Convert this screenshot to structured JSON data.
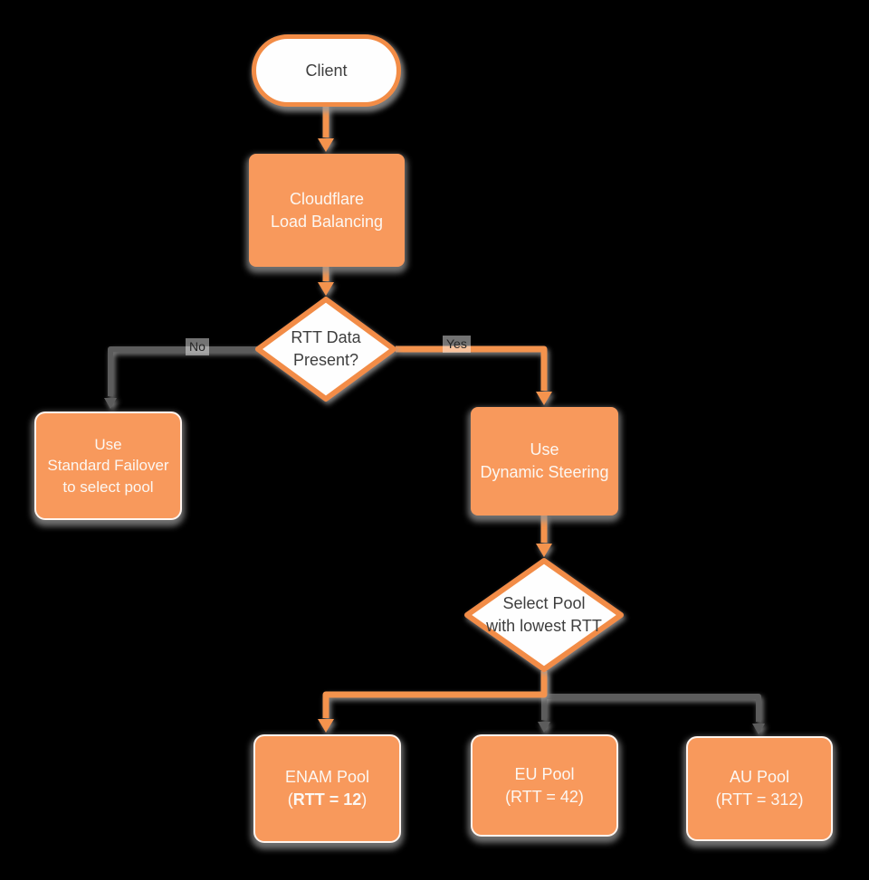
{
  "colors": {
    "background": "#000000",
    "node_fill": "#F8995C",
    "node_stroke": "#F28C46",
    "connector_orange": "#F4934E",
    "connector_gray": "#5B5B5B",
    "text_dark": "#3E3E3E",
    "text_light": "#FCF7F2",
    "shadow": "#9B9B9B"
  },
  "nodes": {
    "client": {
      "label": "Client"
    },
    "load_balancer": {
      "line1": "Cloudflare",
      "line2": "Load Balancing"
    },
    "rtt_decision": {
      "line1": "RTT Data",
      "line2": "Present?"
    },
    "standard_failover": {
      "line1": "Use",
      "line2": "Standard Failover",
      "line3": "to select pool"
    },
    "dynamic_steering": {
      "line1": "Use",
      "line2": "Dynamic Steering"
    },
    "pool_decision": {
      "line1": "Select Pool",
      "line2": "with lowest RTT"
    },
    "enam_pool": {
      "line1": "ENAM Pool",
      "line2_prefix": "(",
      "line2_bold": "RTT = 12",
      "line2_suffix": ")"
    },
    "eu_pool": {
      "line1": "EU Pool",
      "line2": "(RTT = 42)"
    },
    "au_pool": {
      "line1": "AU Pool",
      "line2": "(RTT = 312)"
    }
  },
  "edges": {
    "no_label": "No",
    "yes_label": "Yes"
  }
}
